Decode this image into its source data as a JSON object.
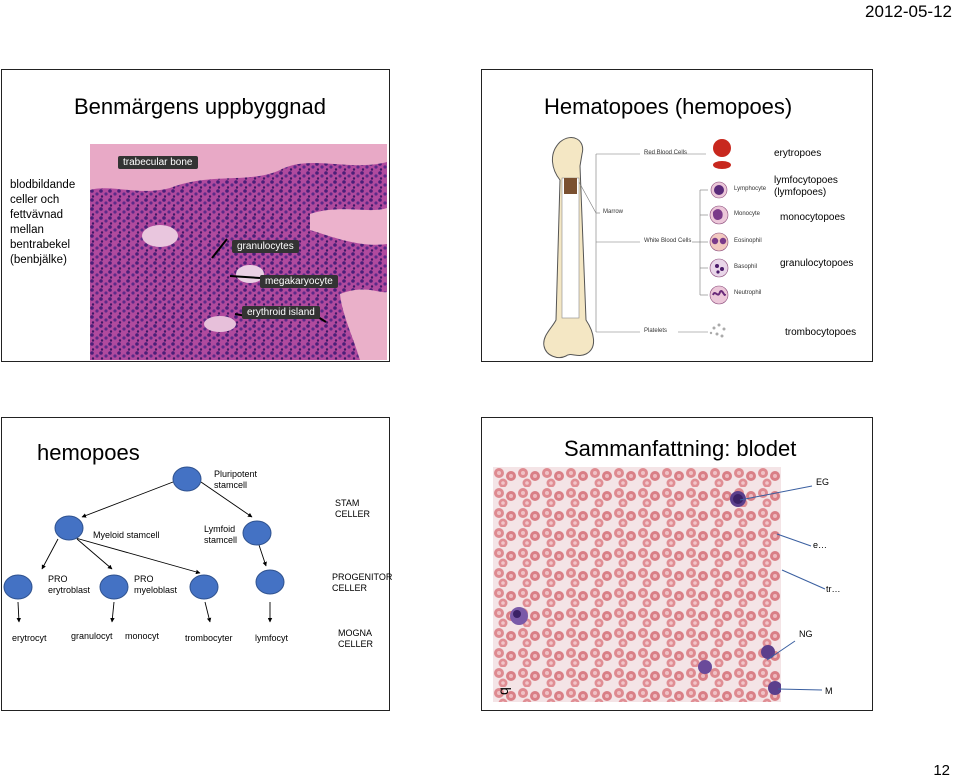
{
  "header": {
    "date": "2012-05-12"
  },
  "slide1": {
    "title": "Benmärgens uppbyggnad",
    "description": [
      "blodbildande",
      "celler och",
      "fettvävnad",
      "mellan",
      "bentrabekel",
      "(benbjälke)"
    ],
    "photo_labels": {
      "trabecular": "trabecular bone",
      "granulocytes": "granulocytes",
      "megakaryocyte": "megakaryocyte",
      "erythroid": "erythroid island"
    }
  },
  "slide2": {
    "title": "Hematopoes (hemopoes)",
    "diagram": {
      "marrow": "Marrow",
      "rbc": "Red Blood Cells",
      "wbc": "White Blood Cells",
      "platelets": "Platelets",
      "lymphocyte": "Lymphocyte",
      "monocyte": "Monocyte",
      "eosinophil": "Eosinophil",
      "basophil": "Basophil",
      "neutrophil": "Neutrophil"
    },
    "labels": {
      "erytropoes": "erytropoes",
      "lymfo1": "lymfocytopoes",
      "lymfo2": "(lymfopoes)",
      "mono": "monocytopoes",
      "granulo": "granulocytopoes",
      "trombo": "trombocytopoes"
    }
  },
  "slide3": {
    "title": "hemopoes",
    "pluripotent": [
      "Pluripotent",
      "stamcell"
    ],
    "myeloid": "Myeloid stamcell",
    "lymfoid": [
      "Lymfoid",
      "stamcell"
    ],
    "stam": [
      "STAM",
      "CELLER"
    ],
    "pro_ery": [
      "PRO",
      "erytroblast"
    ],
    "pro_mye": [
      "PRO",
      "myeloblast"
    ],
    "progenitor": [
      "PROGENITOR",
      "CELLER"
    ],
    "mature": {
      "erytrocyt": "erytrocyt",
      "granulocyt": "granulocyt",
      "monocyt": "monocyt",
      "trombocyter": "trombocyter",
      "lymfocyt": "lymfocyt"
    },
    "mogna": [
      "MOGNA",
      "CELLER"
    ]
  },
  "slide4": {
    "title": "Sammanfattning: blodet",
    "labels": {
      "eg": "EG",
      "e": "e…",
      "tr": "tr…",
      "ng": "NG",
      "m": "M"
    }
  },
  "footer": {
    "page": "12"
  }
}
